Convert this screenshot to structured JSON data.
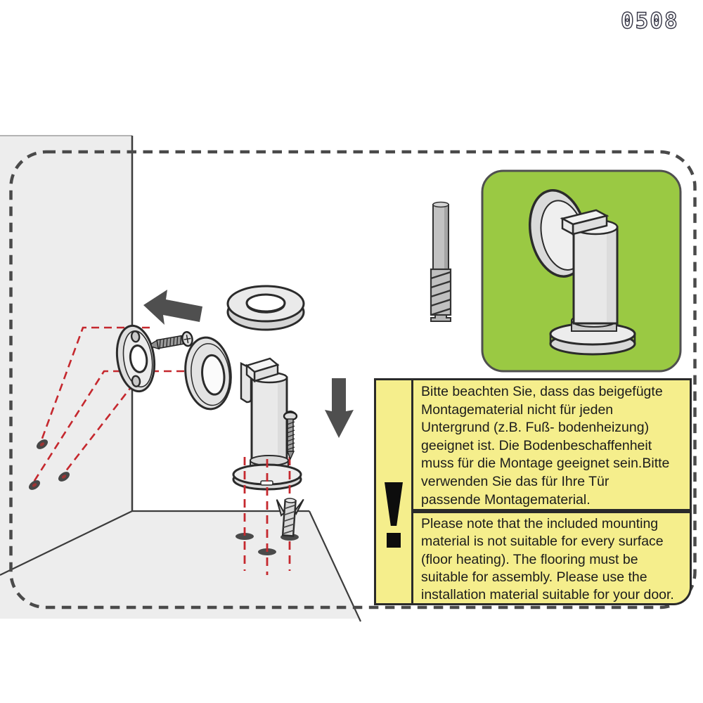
{
  "page": {
    "code": "0508"
  },
  "warning_box": {
    "icon": "exclamation-mark-icon",
    "german_lines": [
      "Bitte beachten Sie, dass das beigefügte",
      "Montagematerial nicht für jeden",
      "Untergrund (z.B. Fuß- bodenheizung)",
      "geeignet ist. Die Bodenbeschaffenheit",
      "muss für die Montage geeignet sein.Bitte",
      "verwenden Sie das für Ihre Tür",
      "passende Montagematerial."
    ],
    "english_lines": [
      "Please note that the included mounting",
      "material is not suitable for every surface",
      "(floor heating). The flooring must be",
      "suitable for assembly. Please use the",
      "installation material suitable for your door."
    ]
  },
  "icons": {
    "arrow_left": "push-to-wall-arrow",
    "arrow_down": "push-to-floor-arrow",
    "warning": "exclamation-mark"
  },
  "colors": {
    "accent_green": "#9AC943",
    "warning_yellow": "#F5EE8C",
    "guide_red": "#C5282E",
    "outline_dark": "#2B2B2B",
    "surface_gray": "#EDEDED"
  }
}
